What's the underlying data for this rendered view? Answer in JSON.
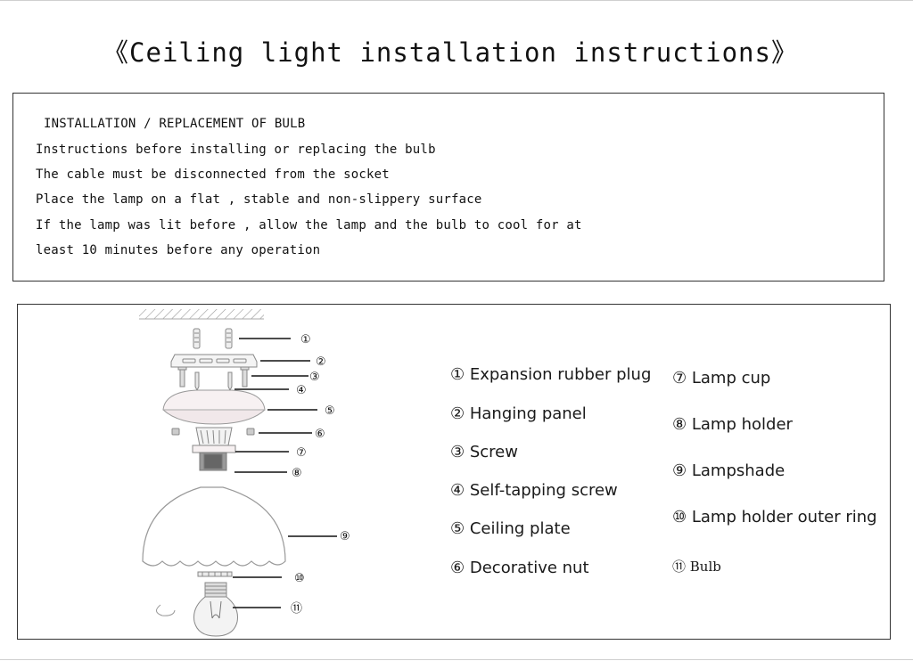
{
  "title": "《Ceiling light installation instructions》",
  "instructions": {
    "heading": "INSTALLATION / REPLACEMENT OF BULB",
    "lines": [
      "Instructions before installing or replacing the bulb",
      "The cable must be disconnected from the socket",
      "Place the lamp on a flat , stable and non-slippery surface",
      "If the lamp was lit before , allow the lamp and the bulb to cool for at",
      "least 10 minutes before any operation"
    ]
  },
  "diagram": {
    "callouts": [
      "①",
      "②",
      "③",
      "④",
      "⑤",
      "⑥",
      "⑦",
      "⑧",
      "⑨",
      "⑩",
      "⑪"
    ]
  },
  "legend": {
    "left": [
      "① Expansion rubber plug",
      "② Hanging panel",
      "③ Screw",
      "④ Self-tapping screw",
      "⑤ Ceiling plate",
      "⑥ Decorative nut"
    ],
    "right": [
      "⑦ Lamp cup",
      "⑧ Lamp holder",
      "⑨ Lampshade",
      "⑩ Lamp holder outer ring",
      "⑪ Bulb"
    ]
  }
}
